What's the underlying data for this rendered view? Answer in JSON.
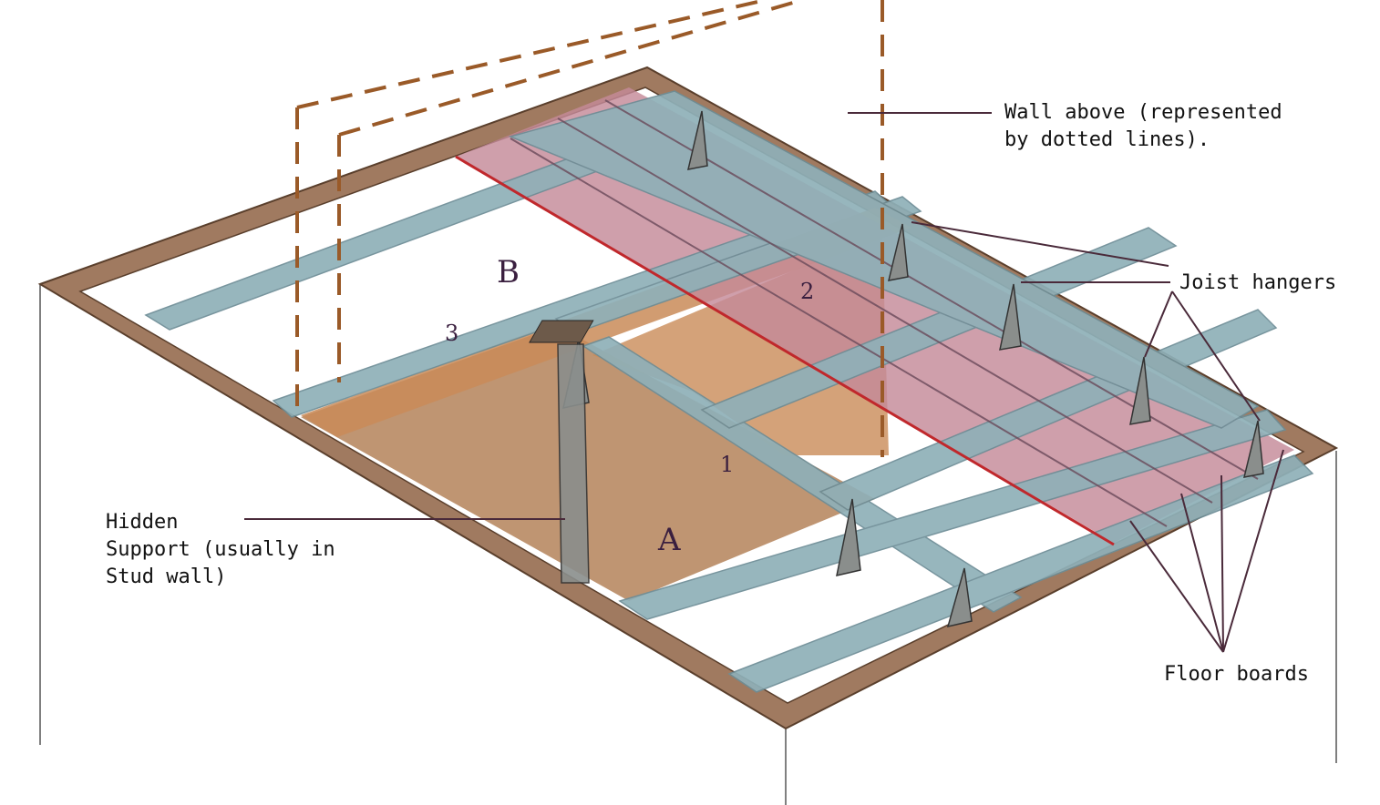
{
  "labels": {
    "wall_above_line1": "Wall above (represented",
    "wall_above_line2": "by dotted lines).",
    "joist_hangers": "Joist hangers",
    "hidden_line1": "Hidden",
    "hidden_line2": "Support (usually in",
    "hidden_line3": "Stud wall)",
    "floor_boards": "Floor boards"
  },
  "markers": {
    "area_a": "A",
    "area_b": "B",
    "joist_1": "1",
    "joist_2": "2",
    "joist_3": "3"
  },
  "colors": {
    "frame": "#a07a60",
    "frame_edge": "#5a3f2c",
    "joist": "#8fb0b8",
    "joist_dark": "#6d8d96",
    "floor_pink": "#c48a98",
    "floor_orange": "#c98b58",
    "floor_brown": "#b88a63",
    "red_line": "#c0282c",
    "dashed_wall": "#9a5a28",
    "leader": "#4a2a3a",
    "hanger": "#8a8e8c"
  }
}
